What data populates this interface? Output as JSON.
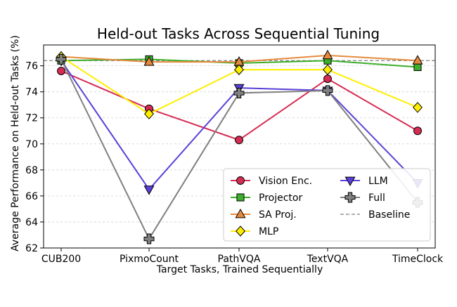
{
  "chart_data": {
    "type": "line",
    "title": "Held-out Tasks Across Sequential Tuning",
    "xlabel": "Target Tasks, Trained Sequentially",
    "ylabel": "Average Performance on Held-out Tasks (%)",
    "categories": [
      "CUB200",
      "PixmoCount",
      "PathVQA",
      "TextVQA",
      "TimeClock"
    ],
    "ylim": [
      62,
      77.6
    ],
    "yticks": [
      62,
      64,
      66,
      68,
      70,
      72,
      74,
      76
    ],
    "grid": "horizontal dashed",
    "legend_position": "lower-right",
    "baseline": {
      "name": "Baseline",
      "value": 76.4,
      "color": "#808080"
    },
    "series": [
      {
        "name": "Vision Enc.",
        "color": "#d62c53",
        "marker": "circle",
        "values": [
          75.6,
          72.7,
          70.3,
          75.0,
          71.0
        ]
      },
      {
        "name": "Projector",
        "color": "#3dae2b",
        "marker": "square",
        "values": [
          76.4,
          76.5,
          76.2,
          76.4,
          75.9
        ]
      },
      {
        "name": "SA Proj.",
        "color": "#e58a3d",
        "marker": "triangle-up",
        "values": [
          76.7,
          76.3,
          76.3,
          76.8,
          76.4
        ]
      },
      {
        "name": "MLP",
        "color": "#ffee00",
        "marker": "diamond",
        "values": [
          76.7,
          72.3,
          75.7,
          75.7,
          72.8
        ]
      },
      {
        "name": "LLM",
        "color": "#5b3fd8",
        "marker": "triangle-down",
        "values": [
          76.4,
          66.5,
          74.3,
          74.1,
          67.0
        ]
      },
      {
        "name": "Full",
        "color": "#808080",
        "marker": "plus",
        "values": [
          76.5,
          62.7,
          73.9,
          74.1,
          65.5
        ]
      }
    ]
  }
}
